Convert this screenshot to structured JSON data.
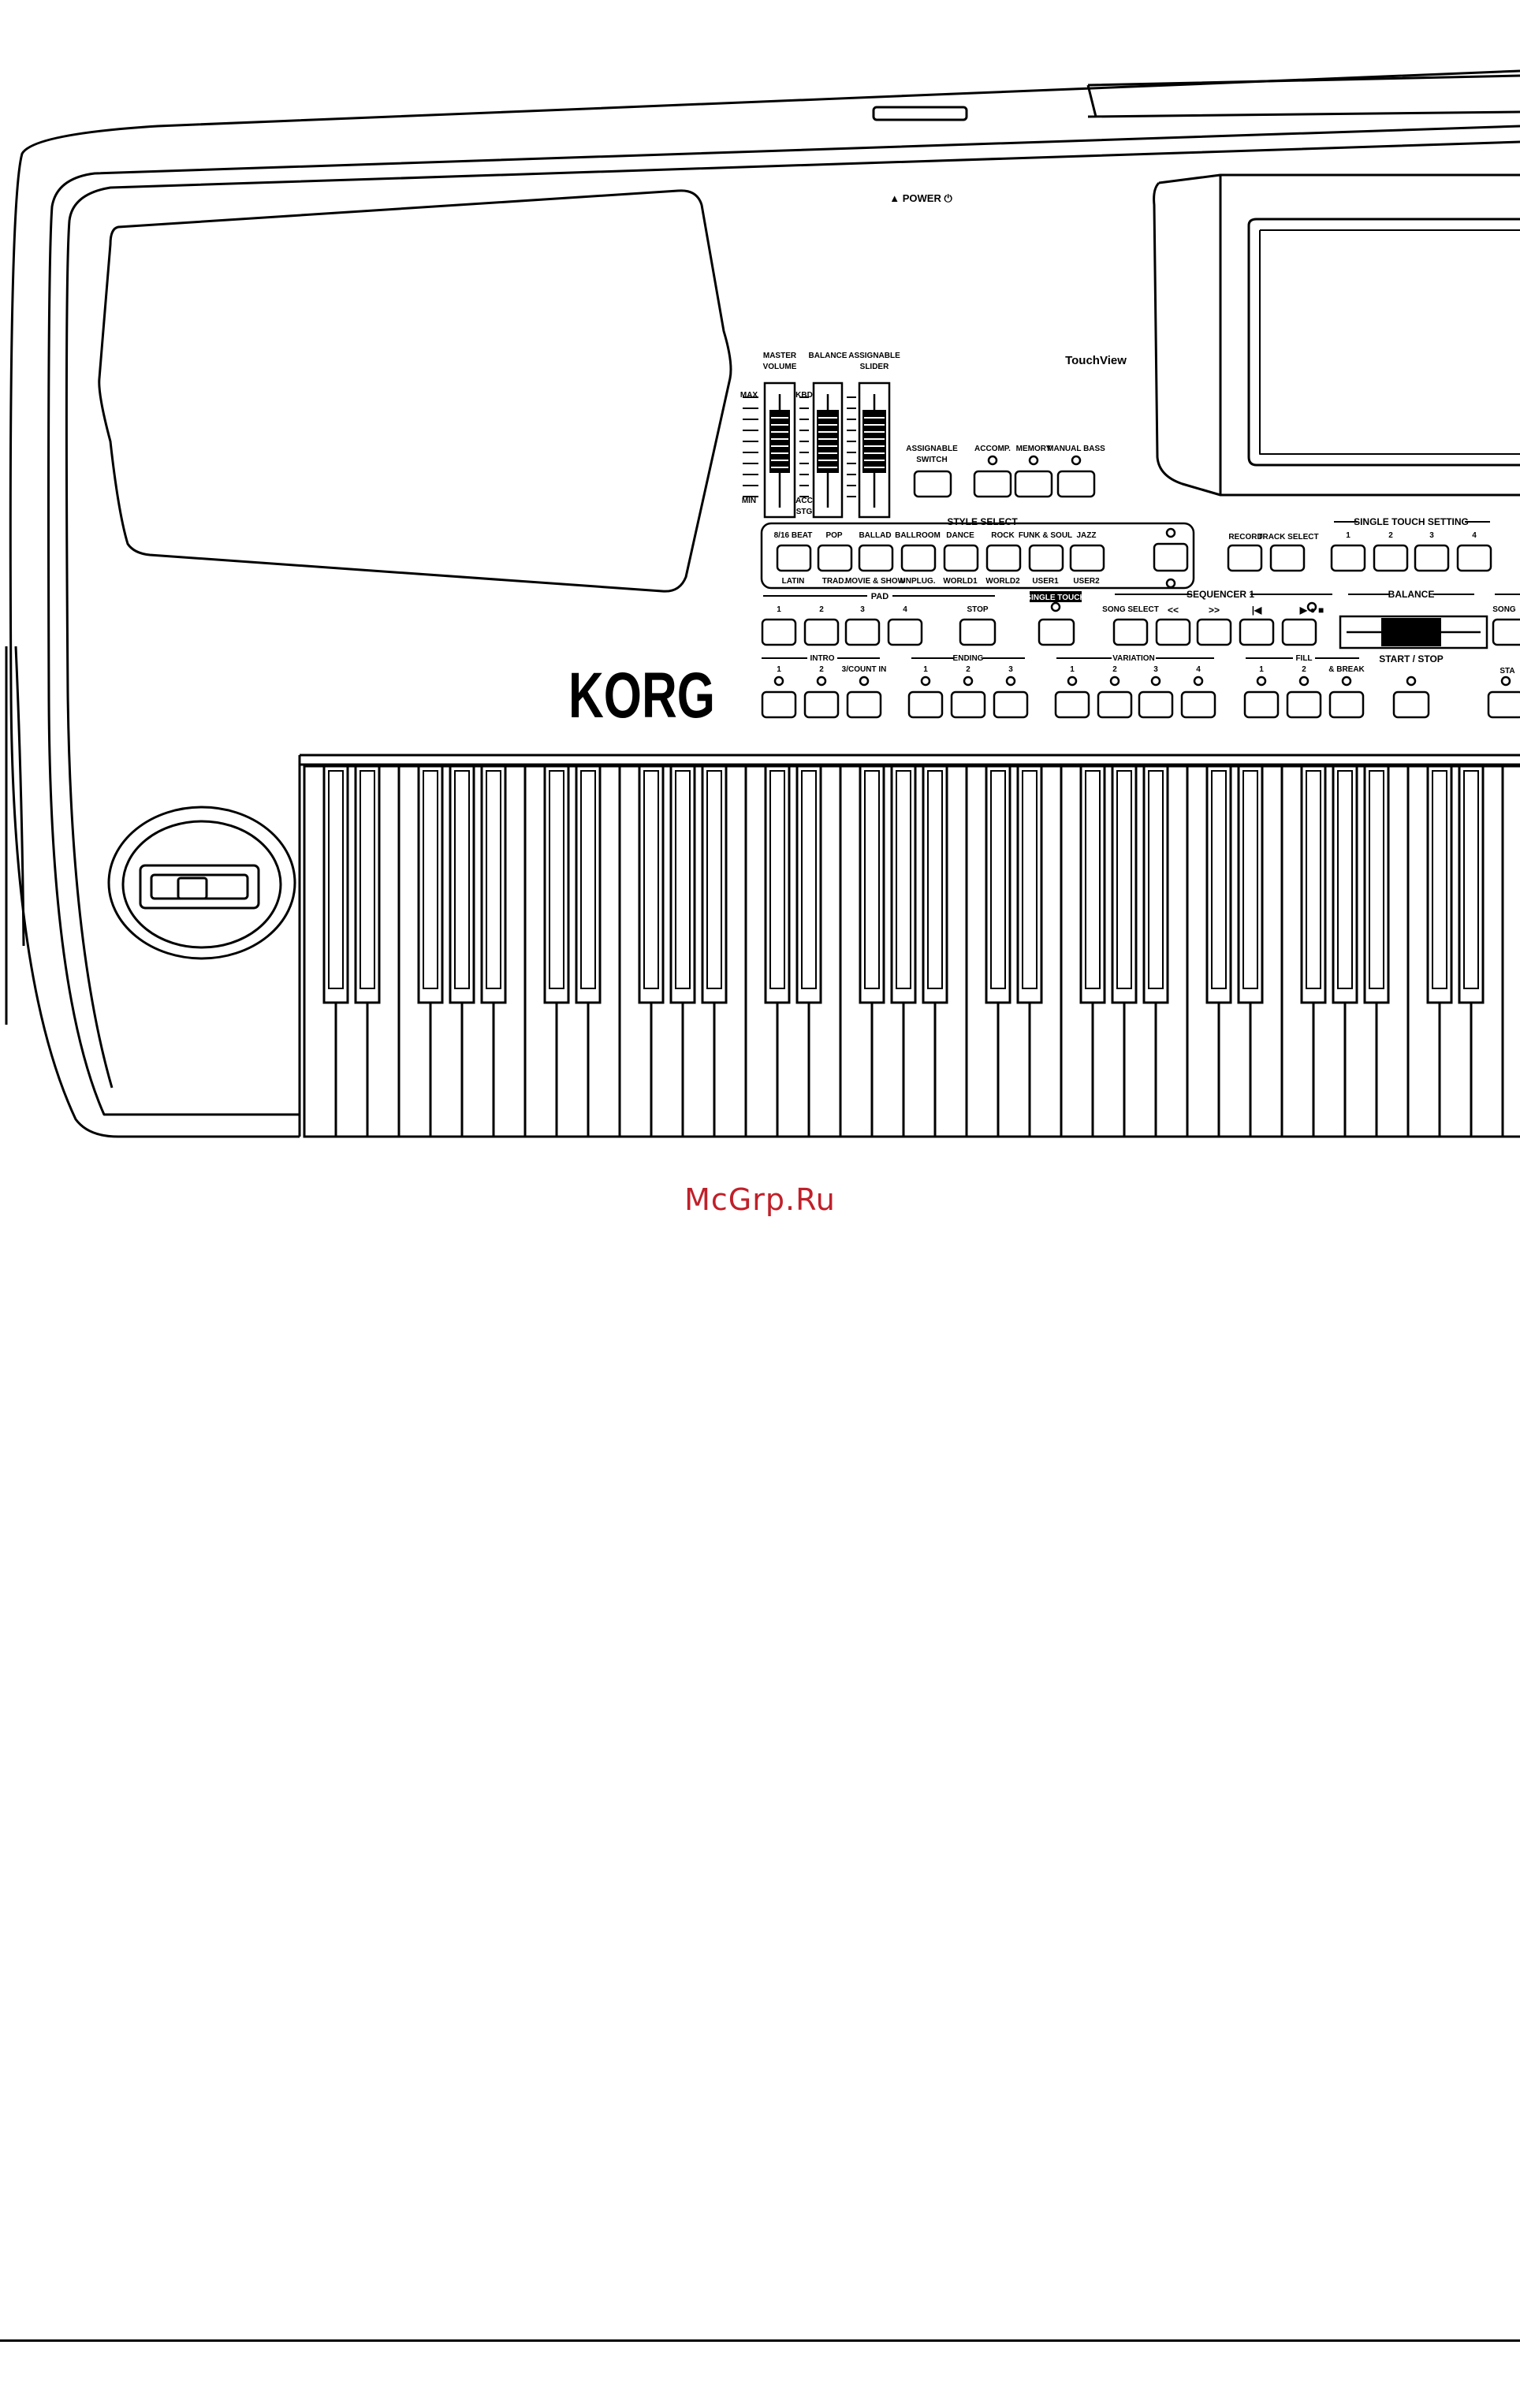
{
  "labels": {
    "power": "▲ POWER ⏻",
    "touchview": "TouchView",
    "brand": "KORG",
    "slider_master_volume": [
      "MASTER",
      "VOLUME"
    ],
    "slider_balance": "BALANCE",
    "slider_assignable": [
      "ASSIGNABLE",
      "SLIDER"
    ],
    "scale_max": "MAX",
    "scale_min": "MIN",
    "scale_kbd": "KBD",
    "scale_acc": [
      "ACC",
      "STG"
    ],
    "assignable_switch": [
      "ASSIGNABLE",
      "SWITCH"
    ],
    "acc_mode_buttons": [
      "ACCOMP.",
      "MEMORY",
      "MANUAL BASS"
    ],
    "style_select_title": "STYLE SELECT",
    "style_top": [
      "8/16 BEAT",
      "POP",
      "BALLAD",
      "BALLROOM",
      "DANCE",
      "ROCK",
      "FUNK & SOUL",
      "JAZZ"
    ],
    "style_bottom": [
      "LATIN",
      "TRAD.",
      "MOVIE & SHOW",
      "UNPLUG.",
      "WORLD1",
      "WORLD2",
      "USER1",
      "USER2"
    ],
    "record": "RECORD",
    "track_select": "TRACK SELECT",
    "single_touch_setting": "SINGLE TOUCH SETTING",
    "sts_numbers": [
      "1",
      "2",
      "3",
      "4"
    ],
    "pad_title": "PAD",
    "pad_numbers": [
      "1",
      "2",
      "3",
      "4"
    ],
    "stop": "STOP",
    "single_touch": "SINGLE TOUCH",
    "sequencer_title": "SEQUENCER 1",
    "song_select": "SONG SELECT",
    "rew": "<<",
    "ff": ">>",
    "home": "|◀",
    "play_stop": "▶ ● ■",
    "balance_title": "BALANCE",
    "song_cut": "SONG",
    "intro_title": "INTRO",
    "intro_labels": [
      "1",
      "2",
      "3/COUNT IN"
    ],
    "ending_title": "ENDING",
    "ending_labels": [
      "1",
      "2",
      "3"
    ],
    "variation_title": "VARIATION",
    "variation_labels": [
      "1",
      "2",
      "3",
      "4"
    ],
    "fill_title": "FILL",
    "fill_labels": [
      "1",
      "2",
      "& BREAK"
    ],
    "start_stop": "START / STOP",
    "start_cut": "STA"
  },
  "watermark": "McGrp.Ru"
}
